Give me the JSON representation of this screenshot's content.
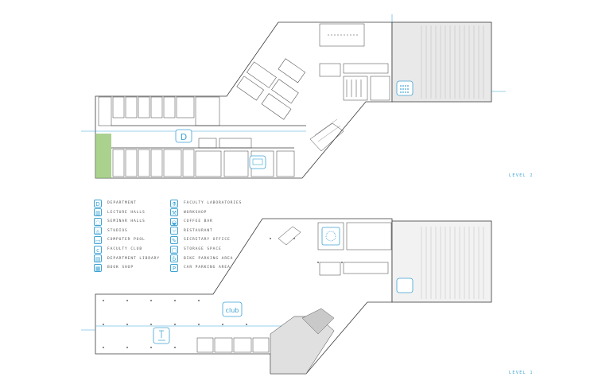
{
  "legend": {
    "left": [
      {
        "label": "DEPARTMENT",
        "icon": "department-icon",
        "glyph": "D"
      },
      {
        "label": "LECTURE HALLS",
        "icon": "lecture-hall-icon",
        "glyph": "▥"
      },
      {
        "label": "SEMINAR HALLS",
        "icon": "seminar-hall-icon",
        "glyph": "◌"
      },
      {
        "label": "STUDIOS",
        "icon": "studio-icon",
        "glyph": "◬"
      },
      {
        "label": "COMPUTER POOL",
        "icon": "computer-pool-icon",
        "glyph": "▭"
      },
      {
        "label": "FACULTY CLUB",
        "icon": "faculty-club-icon",
        "glyph": "c"
      },
      {
        "label": "DEPARTMENT LIBRARY",
        "icon": "department-library-icon",
        "glyph": "▤"
      },
      {
        "label": "BOOK SHOP",
        "icon": "book-shop-icon",
        "glyph": "▦"
      }
    ],
    "right": [
      {
        "label": "FACULTY LABORATORIES",
        "icon": "microscope-icon",
        "glyph": "⚗"
      },
      {
        "label": "WORKSHOP",
        "icon": "workshop-icon",
        "glyph": "⚒"
      },
      {
        "label": "COFFEE BAR",
        "icon": "coffee-icon",
        "glyph": "◒"
      },
      {
        "label": "RESTAURANT",
        "icon": "restaurant-icon",
        "glyph": "⑂"
      },
      {
        "label": "SECRETARY OFFICE",
        "icon": "secretary-office-icon",
        "glyph": "✎"
      },
      {
        "label": "STORAGE SPACE",
        "icon": "storage-icon",
        "glyph": "▢"
      },
      {
        "label": "BIKE PARKING AREA",
        "icon": "bike-icon",
        "glyph": "ɓ"
      },
      {
        "label": "CAR PARKING AREA",
        "icon": "car-parking-icon",
        "glyph": "P"
      }
    ]
  },
  "plan_labels": {
    "level2": "LEVEL 2",
    "level1": "LEVEL 1",
    "department_mark": "D",
    "club_mark": "club"
  },
  "colors": {
    "accent": "#3da3d4",
    "line": "#3a3a3a",
    "greenery": "#8fc16a",
    "hall_fill": "#e9e9e9"
  }
}
